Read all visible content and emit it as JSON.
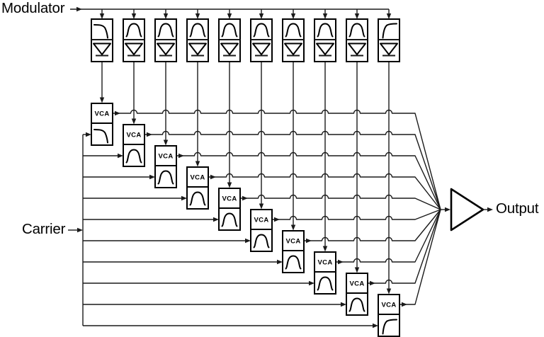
{
  "diagram": {
    "modulator_label": "Modulator",
    "carrier_label": "Carrier",
    "output_label": "Output",
    "vca_label": "VCA",
    "band_count": 10,
    "bands": [
      {
        "index": 1,
        "analysis_filter": "lowpass",
        "carrier_filter": "lowpass"
      },
      {
        "index": 2,
        "analysis_filter": "bandpass",
        "carrier_filter": "bandpass"
      },
      {
        "index": 3,
        "analysis_filter": "bandpass",
        "carrier_filter": "bandpass"
      },
      {
        "index": 4,
        "analysis_filter": "bandpass",
        "carrier_filter": "bandpass"
      },
      {
        "index": 5,
        "analysis_filter": "bandpass",
        "carrier_filter": "bandpass"
      },
      {
        "index": 6,
        "analysis_filter": "bandpass",
        "carrier_filter": "bandpass"
      },
      {
        "index": 7,
        "analysis_filter": "bandpass",
        "carrier_filter": "bandpass"
      },
      {
        "index": 8,
        "analysis_filter": "bandpass",
        "carrier_filter": "bandpass"
      },
      {
        "index": 9,
        "analysis_filter": "bandpass",
        "carrier_filter": "bandpass"
      },
      {
        "index": 10,
        "analysis_filter": "highpass",
        "carrier_filter": "highpass"
      }
    ],
    "colors": {
      "background": "#ffffff",
      "line": "#1a1a1a",
      "box_border": "#000000",
      "text": "#000000"
    }
  }
}
